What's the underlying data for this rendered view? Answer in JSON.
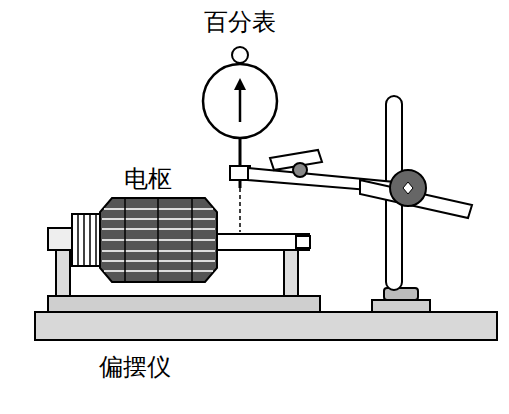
{
  "diagram": {
    "labels": [
      "百分表",
      "电枢",
      "偏摆仪"
    ]
  }
}
